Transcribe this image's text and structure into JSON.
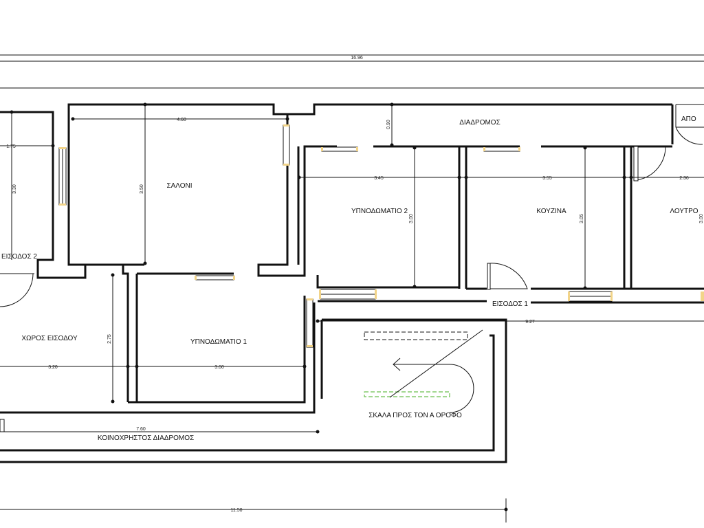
{
  "rooms": {
    "saloni": "ΣΑΛΟΝΙ",
    "eisodos2": "ΕΙΣΟΔΟΣ 2",
    "xoros_eisodou": "ΧΩΡΟΣ ΕΙΣΟΔΟΥ",
    "ypnodomatio1": "ΥΠΝΟΔΩΜΑΤΙΟ 1",
    "ypnodomatio2": "ΥΠΝΟΔΩΜΑΤΙΟ 2",
    "kouzina": "ΚΟΥΖΙΝΑ",
    "loutro": "ΛΟΥΤΡΟ",
    "diadromos": "ΔΙΑΔΡΟΜΟΣ",
    "apo": "ΑΠΟ",
    "eisodos1": "ΕΙΣΟΔΟΣ 1",
    "skala": "ΣΚΑΛΑ ΠΡΟΣ ΤΟΝ Α ΟΡΟΦΟ",
    "koinoxristos": "ΚΟΙΝΟΧΡΗΣΤΟΣ ΔΙΑΔΡΟΜΟΣ"
  },
  "dimensions": {
    "total_top": "16.96",
    "d_175": "1.75",
    "d_330": "3.30",
    "d_460": "4.60",
    "d_350": "3.50",
    "d_090": "0.90",
    "d_345": "3.45",
    "d_300": "3.00",
    "d_355": "3.55",
    "d_305": "3.05",
    "d_236": "2.36",
    "d_300b": "3.00",
    "d_927": "9.27",
    "d_275": "2.75",
    "d_320": "3.20",
    "d_360": "3.60",
    "d_760": "7.60",
    "total_bottom": "11.50"
  },
  "colors": {
    "wall": "#111111",
    "window_end": "#f2d489",
    "stair_green": "#6bbf4e"
  }
}
